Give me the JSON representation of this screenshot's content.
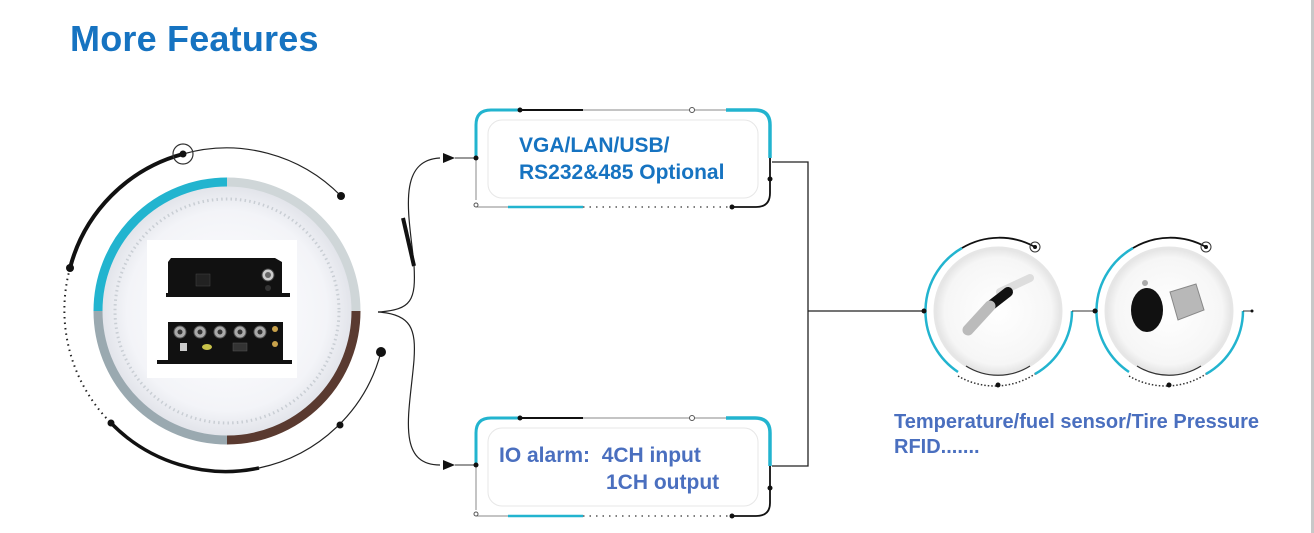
{
  "header": {
    "title": "More Features"
  },
  "features": {
    "video_io_box": {
      "line1": "VGA/LAN/USB/",
      "line2": "RS232&485 Optional"
    },
    "io_alarm_box": {
      "line1": "IO alarm:  4CH input",
      "line2": "1CH output"
    }
  },
  "sensors": {
    "line1": "Temperature/fuel sensor/Tire Pressure",
    "line2": "RFID......."
  },
  "images": {
    "main_device": "mobile-dvr-front-and-rear-panel",
    "sensor_1": "temperature-probe",
    "sensor_2": "fuel-sensor-kit"
  },
  "colors": {
    "title": "#1673c1",
    "accent": "#22b4cf",
    "text_blue": "#4a6fbf",
    "brown": "#5a3a30",
    "grey": "#9aa9b0"
  }
}
